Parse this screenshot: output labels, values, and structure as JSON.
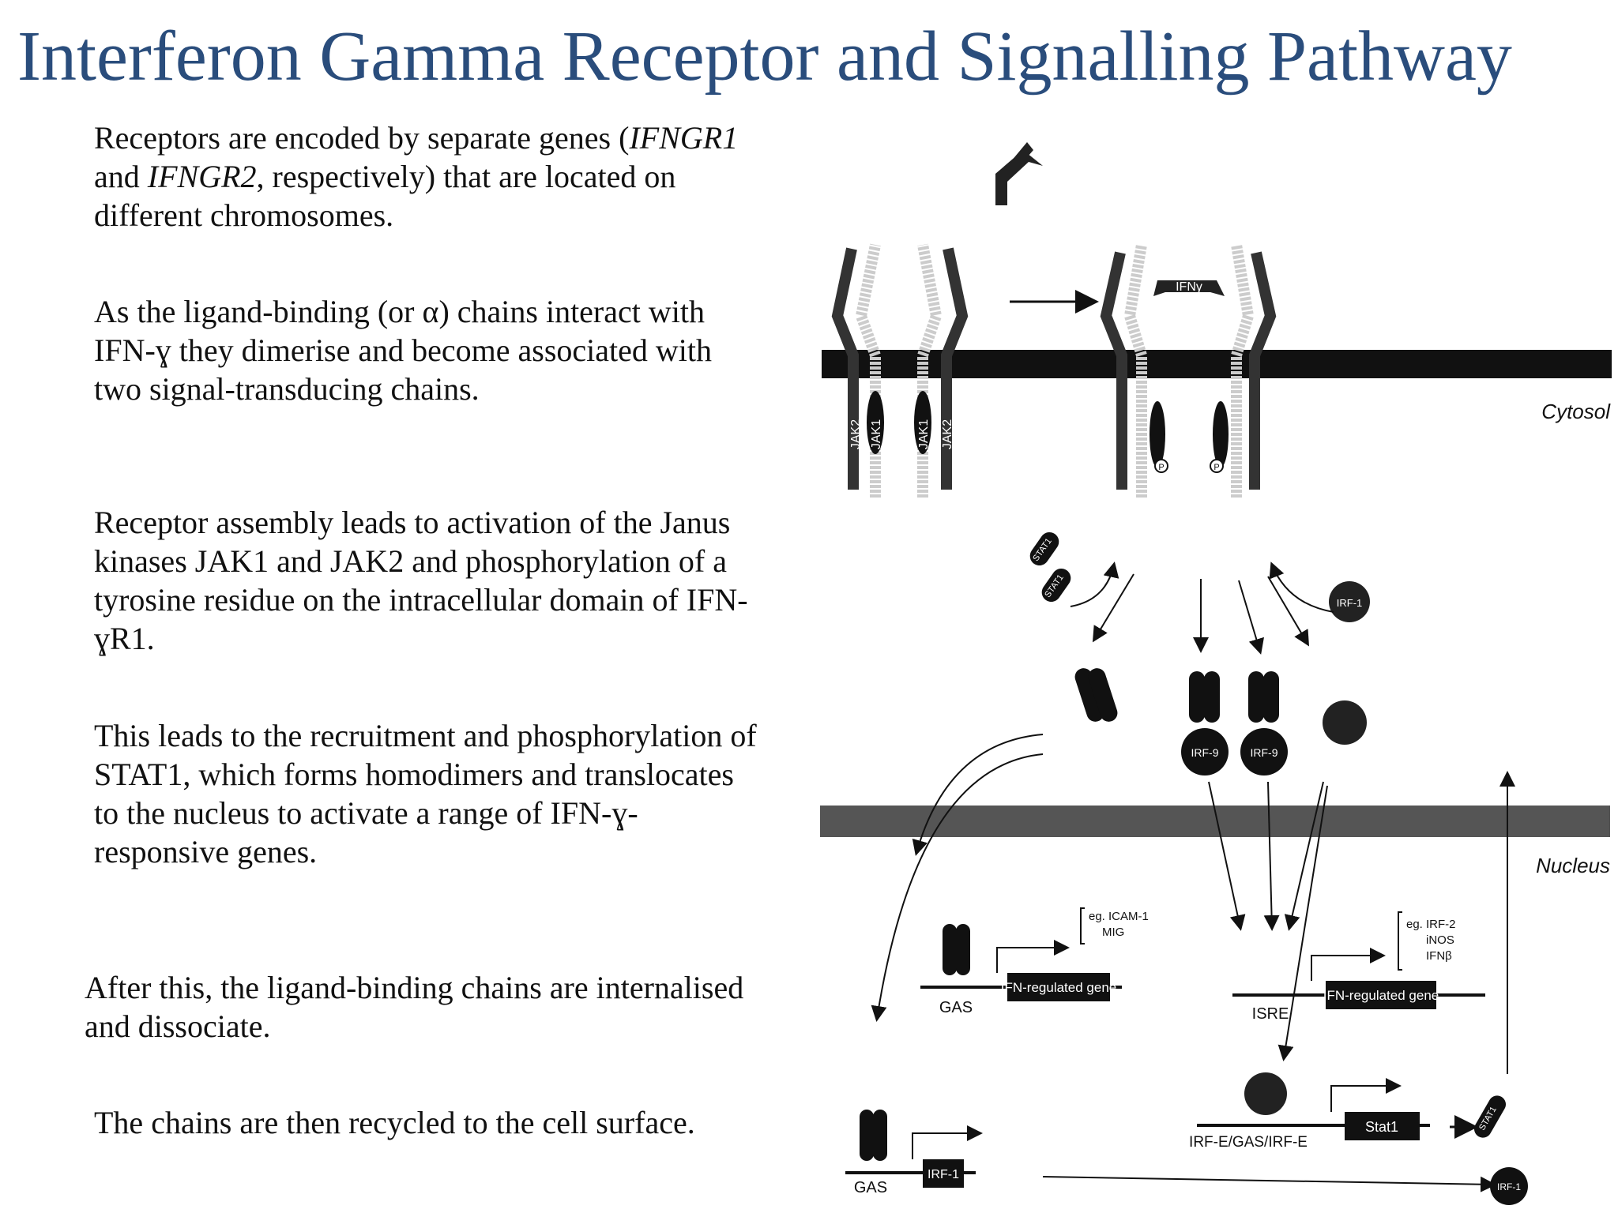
{
  "title": "Interferon Gamma Receptor and Signalling Pathway",
  "paragraphs": [
    {
      "parts": [
        "Receptors are encoded by separate genes (",
        "IFNGR1",
        " and ",
        "IFNGR2",
        ", respectively) that are located on different chromosomes."
      ]
    },
    {
      "text": "As the ligand-binding (or α) chains interact with IFN-ɣ they dimerise and become associated with two signal-transducing chains."
    },
    {
      "text": "Receptor assembly leads to activation of the Janus kinases JAK1 and JAK2 and phosphorylation of a tyrosine residue on the intracellular domain of IFN-ɣR1."
    },
    {
      "text": "This leads to the recruitment and phosphorylation of STAT1, which forms homodimers and translocates to the nucleus to activate a range of IFN-ɣ-responsive genes."
    },
    {
      "text": "After this, the ligand-binding chains are internalised and dissociate."
    },
    {
      "text": "The chains are then recycled to the cell surface."
    }
  ],
  "diagram": {
    "cytosol": "Cytosol",
    "nucleus": "Nucleus",
    "ifn": "IFNγ",
    "jak_labels": [
      "JAK2",
      "JAK1",
      "JAK1",
      "JAK2"
    ],
    "phospho": "P",
    "stat1": "STAT1",
    "irf1": "IRF-1",
    "irf9": "IRF-9",
    "gas": "GAS",
    "isre": "ISRE",
    "irf_e_gas": "IRF-E/GAS/IRF-E",
    "gene": "IFN-regulated gene",
    "stat1_gene": "Stat1",
    "irf1_gene": "IRF-1",
    "examples_left": [
      "eg. ICAM-1",
      "MIG"
    ],
    "examples_right": [
      "eg. IRF-2",
      "iNOS",
      "IFNβ"
    ]
  }
}
